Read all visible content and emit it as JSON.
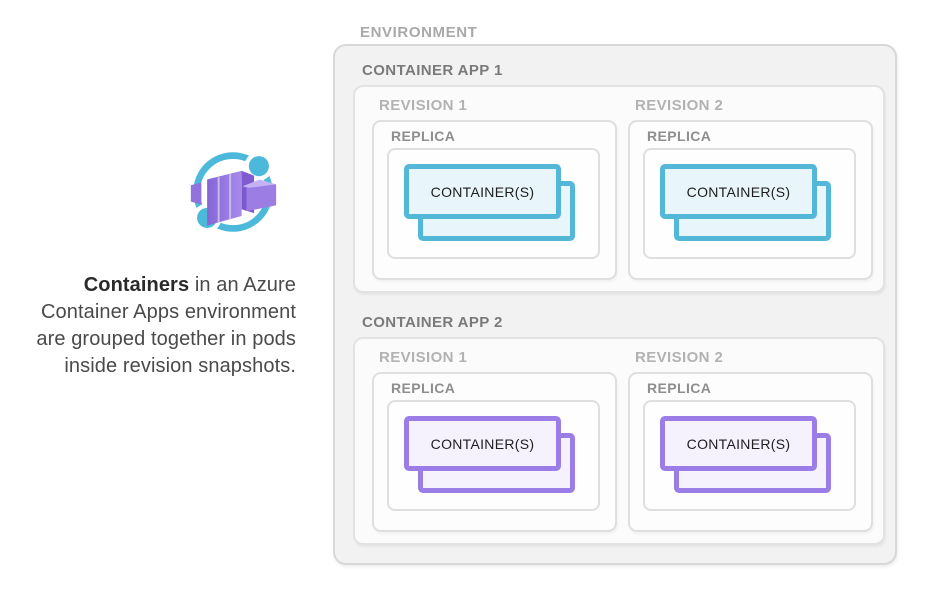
{
  "left_panel": {
    "icon": "azure-container-apps-icon",
    "caption_bold": "Containers",
    "caption_rest": " in an Azure Container Apps environment are grouped together in pods inside revision snapshots."
  },
  "diagram": {
    "environment_label": "ENVIRONMENT",
    "apps": [
      {
        "label": "CONTAINER APP 1",
        "accent": "#53B7D8",
        "container_fill": "#E8F5FA",
        "revisions": [
          {
            "label": "REVISION 1",
            "replica_label": "REPLICA",
            "container_label": "CONTAINER(S)"
          },
          {
            "label": "REVISION 2",
            "replica_label": "REPLICA",
            "container_label": "CONTAINER(S)"
          }
        ]
      },
      {
        "label": "CONTAINER APP 2",
        "accent": "#9B7DE8",
        "container_fill": "#F6F2FD",
        "revisions": [
          {
            "label": "REVISION 1",
            "replica_label": "REPLICA",
            "container_label": "CONTAINER(S)"
          },
          {
            "label": "REVISION 2",
            "replica_label": "REPLICA",
            "container_label": "CONTAINER(S)"
          }
        ]
      }
    ]
  },
  "colors": {
    "environment_fill": "#F2F2F2",
    "environment_border": "#D8D8D8",
    "inner_box_border": "#DFDFDF",
    "environment_label": "#A9A9A9",
    "app_label": "#7A7A7A",
    "revision_label": "#B2B2B2",
    "replica_label": "#8E8E8E",
    "container_text": "#1E1E1E",
    "icon_ring": "#4CB9DA",
    "icon_cube": "#9677E0"
  }
}
